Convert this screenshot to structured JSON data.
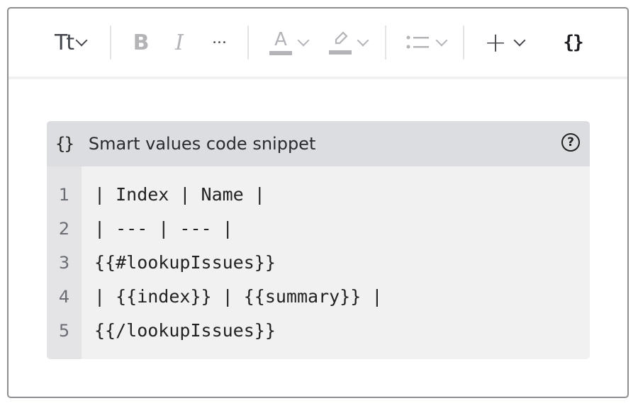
{
  "toolbar": {
    "text_style_label": "Tt",
    "bold_label": "B",
    "italic_label": "I",
    "more_label": "•••",
    "text_color_label": "A",
    "insert_label": "+",
    "code_label": "{}"
  },
  "snippet": {
    "icon_label": "{}",
    "title": "Smart values code snippet",
    "help_label": "?",
    "lines": [
      {
        "n": "1",
        "text": "| Index | Name |"
      },
      {
        "n": "2",
        "text": "| --- | --- |"
      },
      {
        "n": "3",
        "text": "{{#lookupIssues}}"
      },
      {
        "n": "4",
        "text": "| {{index}} | {{summary}} |"
      },
      {
        "n": "5",
        "text": "{{/lookupIssues}}"
      }
    ]
  }
}
